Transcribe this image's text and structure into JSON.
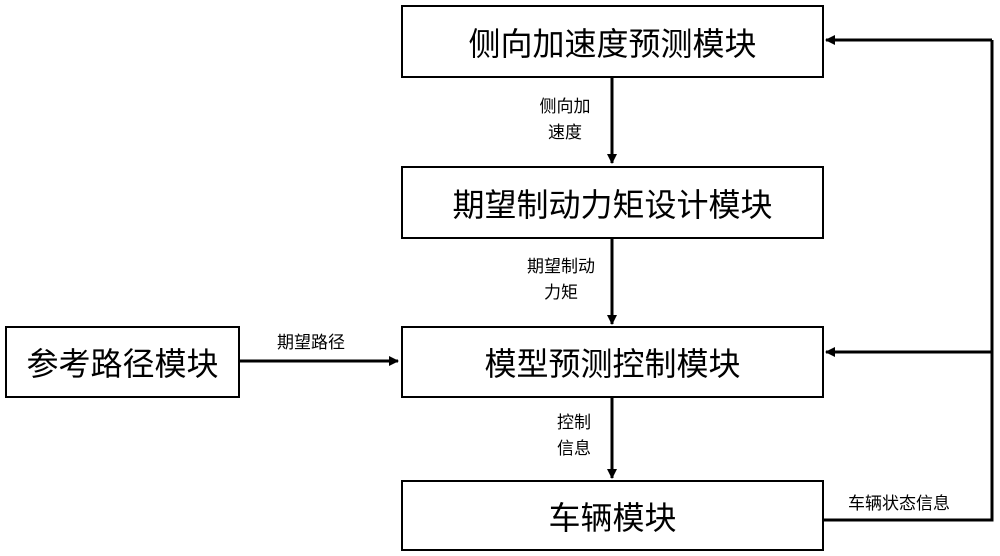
{
  "modules": {
    "lateral_accel": "侧向加速度预测模块",
    "brake_torque": "期望制动力矩设计模块",
    "mpc": "模型预测控制模块",
    "vehicle": "车辆模块",
    "ref_path": "参考路径模块"
  },
  "signals": {
    "lateral_accel_line1": "侧向加",
    "lateral_accel_line2": "速度",
    "brake_torque_line1": "期望制动",
    "brake_torque_line2": "力矩",
    "desired_path": "期望路径",
    "control_line1": "控制",
    "control_line2": "信息",
    "vehicle_state": "车辆状态信息"
  }
}
